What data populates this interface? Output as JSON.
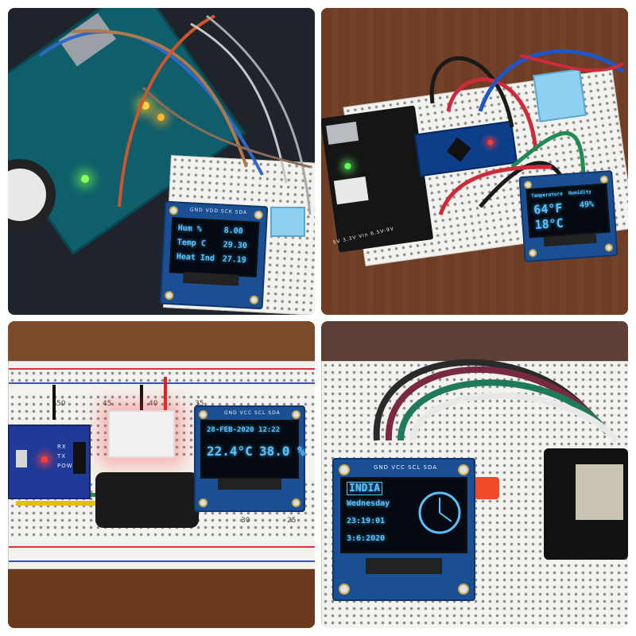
{
  "panel_top_left": {
    "oled": {
      "pin_header": "GND VDD SCK SDA",
      "rows": [
        {
          "label": "Hum %",
          "value": "8.00"
        },
        {
          "label": "Temp C",
          "value": "29.30"
        },
        {
          "label": "Heat Ind",
          "value": "27.19"
        }
      ]
    }
  },
  "panel_top_right": {
    "power_module_label": "5V  3.3V  Vin 6.5V-9V",
    "oled": {
      "header": "Temperature  Humidity",
      "temp_f": "64°F",
      "humidity": "49%",
      "temp_c": "18°C"
    }
  },
  "panel_bottom_left": {
    "board_labels": [
      "RX",
      "TX",
      "POW"
    ],
    "breadboard_numbers": [
      "50",
      "45",
      "40",
      "35",
      "30",
      "25"
    ],
    "oled": {
      "pin_header": "GND VCC SCL SDA",
      "datetime": "28-FEB-2020 12:22",
      "temperature": "22.4°C",
      "humidity": "38.0 %"
    }
  },
  "panel_bottom_right": {
    "oled": {
      "pin_header": "GND VCC SCL SDA",
      "country": "INDIA",
      "day": "Wednesday",
      "time": "23:19:01",
      "date": "3:6:2020"
    }
  },
  "colors": {
    "oled_text": "#58c2ff",
    "oled_pcb": "#1b4f93",
    "breadboard": "#f3f2ee"
  }
}
